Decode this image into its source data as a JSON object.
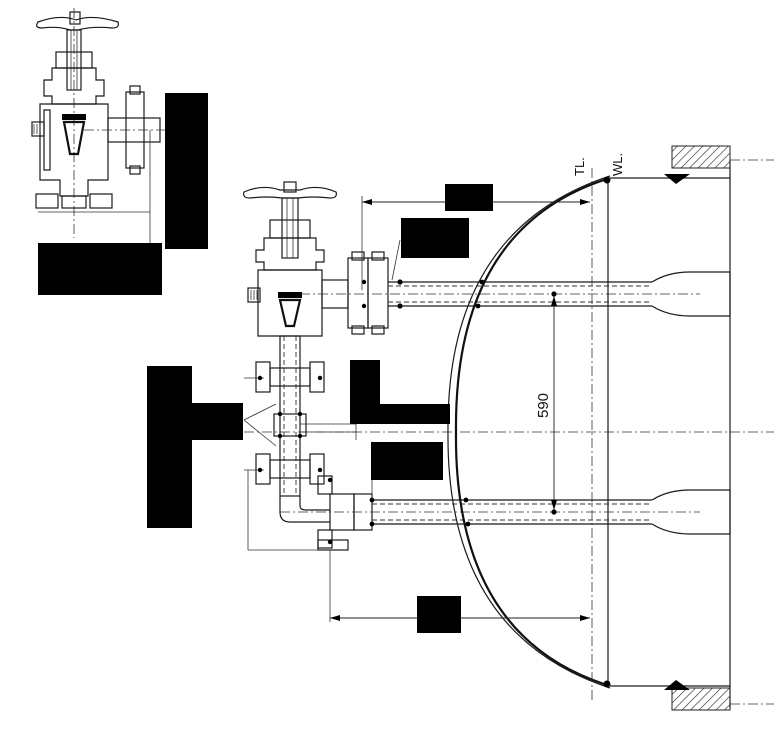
{
  "labels": {
    "tl": "TL.",
    "wl": "WL.",
    "dimension_590": "590"
  },
  "colors": {
    "line": "#1a1a1a",
    "redaction": "#000000",
    "background": "#ffffff"
  },
  "icons": {
    "valve": "globe-valve-icon",
    "handwheel": "handwheel-icon",
    "drain_plug": "drain-plug-icon"
  }
}
